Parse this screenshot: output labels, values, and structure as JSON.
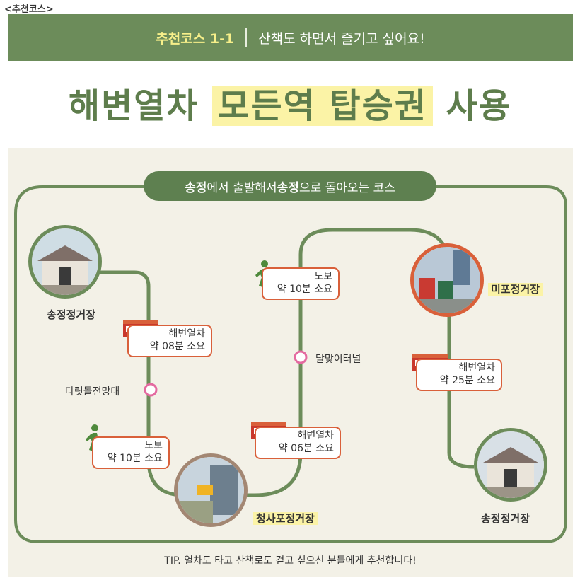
{
  "top_label": "<추천코스>",
  "header": {
    "course": "추천코스 1-1",
    "subtitle": "산책도 하면서 즐기고 싶어요!"
  },
  "title": {
    "part1": "해변열차",
    "highlight": "모든역 탑승권",
    "part2": "사용"
  },
  "route_title": {
    "p1": "송정",
    "p2": "에서 출발해서 ",
    "p3": "송정",
    "p4": "으로 돌아오는 코스"
  },
  "stations": {
    "start": "송정정거장",
    "cheongsapo": "청사포정거장",
    "mipo": "미포정거장",
    "end": "송정정거장"
  },
  "stops": {
    "daritdol": "다릿돌전망대",
    "dalmaji": "달맞이터널"
  },
  "legs": {
    "train1": {
      "mode": "해변열차",
      "time": "약 08분 소요"
    },
    "walk1": {
      "mode": "도보",
      "time": "약 10분 소요"
    },
    "train2": {
      "mode": "해변열차",
      "time": "약 06분 소요"
    },
    "walk2": {
      "mode": "도보",
      "time": "약 10분 소요"
    },
    "train3": {
      "mode": "해변열차",
      "time": "약 25분 소요"
    }
  },
  "tip": "TIP. 열차도 타고 산책로도 걷고 싶으신 분들에게 추천합니다!",
  "colors": {
    "green": "#6c8c5a",
    "yellow": "#fbf3a6",
    "orange": "#d9603a",
    "pink": "#e46aa0"
  }
}
